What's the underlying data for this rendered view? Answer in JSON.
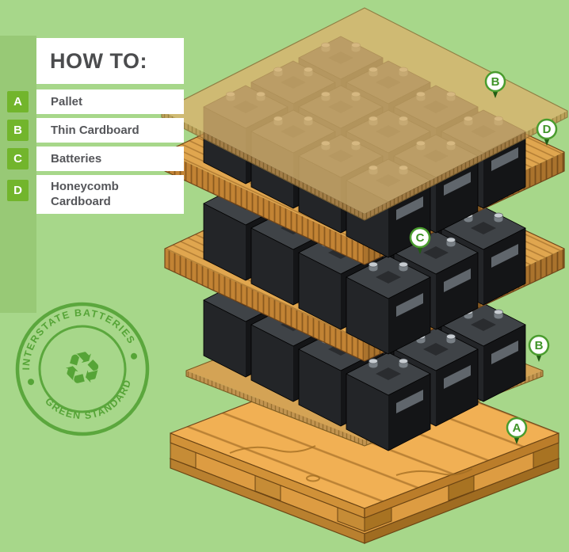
{
  "legend": {
    "title": "HOW TO:",
    "items": [
      {
        "key": "A",
        "label": "Pallet"
      },
      {
        "key": "B",
        "label": "Thin Cardboard"
      },
      {
        "key": "C",
        "label": "Batteries"
      },
      {
        "key": "D",
        "label": "Honeycomb Cardboard"
      }
    ]
  },
  "stamp": {
    "top_text": "INTERSTATE BATTERIES",
    "bottom_text": "GREEN STANDARD",
    "symbol_char": "♻",
    "symbol_name": "recycle-icon"
  },
  "diagram": {
    "markers": [
      {
        "letter": "B",
        "target": "thin-cardboard-top-sheet"
      },
      {
        "letter": "D",
        "target": "honeycomb-cardboard-layer"
      },
      {
        "letter": "C",
        "target": "batteries"
      },
      {
        "letter": "B",
        "target": "thin-cardboard-bottom-sheet"
      },
      {
        "letter": "A",
        "target": "pallet"
      }
    ]
  },
  "colors": {
    "background": "#a7d78a",
    "strip": "#98c976",
    "panel": "#ffffff",
    "key_green": "#72b52c",
    "text_dark": "#4b4c4e",
    "stamp_green": "#56a437",
    "marker_green": "#4a9c2e",
    "wood": "#f1b054",
    "cardboard": "#d9a94f",
    "honeycomb": "#c28334",
    "battery_black": "#1a1c1e"
  }
}
